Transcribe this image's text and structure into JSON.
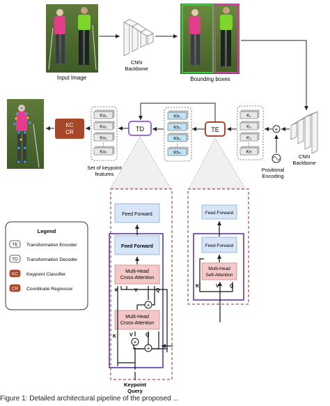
{
  "labels": {
    "input_image": "Input Image",
    "cnn_backbone_top": [
      "CNN",
      "Backbone"
    ],
    "bounding_boxes": "Bounding boxes",
    "cnn_backbone_right": [
      "CNN",
      "Backbone"
    ],
    "positional_encoding": [
      "Positional",
      "Encoding"
    ],
    "keypoint_features": [
      "Set of keypoint",
      "features"
    ],
    "keypoint_query": [
      "Keypoint",
      "Query"
    ],
    "td": "TD",
    "te": "TE",
    "kc_cr": [
      "KC",
      "CR"
    ],
    "feed_forward": "Feed Forward",
    "multi_head_cross_attention": [
      "Multi-Head",
      "Cross-Attention"
    ],
    "multi_head_self_attention": [
      "Multi-Head",
      "Self-Attention"
    ],
    "k": "K",
    "v": "V",
    "q": "Q",
    "plus": "+"
  },
  "kh_tokens": [
    "Kh₁",
    "Kh₂",
    "Kh₃",
    "Khₙ"
  ],
  "k_tokens": [
    "K₁",
    "K₂",
    "K₃",
    "Kn"
  ],
  "ko_tokens": [
    "Ko₁",
    "Ko₂",
    "Ko₃",
    "Koₙ"
  ],
  "legend": {
    "title": "Legend",
    "items": [
      {
        "abbr": "TE",
        "text": "Transformation Encoder",
        "color": "#ffffff"
      },
      {
        "abbr": "TD",
        "text": "Transformation Decoder",
        "color": "#ffffff"
      },
      {
        "abbr": "KC",
        "text": "Keypoint Classifier",
        "color": "#a8482a"
      },
      {
        "abbr": "CR",
        "text": "Coordinate Regressor",
        "color": "#a8482a"
      }
    ]
  },
  "caption": "Figure 1: Detailed architectural pipeline of the proposed ..."
}
